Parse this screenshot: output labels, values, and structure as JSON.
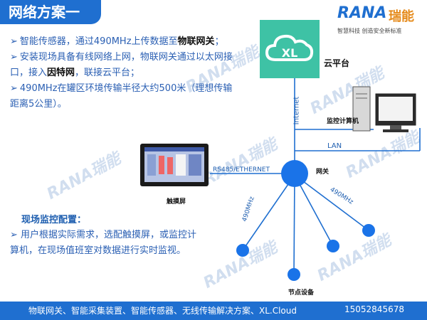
{
  "title": "网络方案一",
  "logo": {
    "wordmark": "RANA",
    "cn_name": "瑞能",
    "slogan": "智慧科技  创造安全新标准"
  },
  "bullets": [
    {
      "prefix": "智能传感器，通过490MHz上传数据至",
      "bold": "物联网关",
      "suffix": "；"
    },
    {
      "prefix": "安装现场具备有线网络上网，物联网关通过以太网接口，接入",
      "bold": "因特网",
      "suffix": "，联接云平台；"
    },
    {
      "prefix": "490MHz在罐区环境传输半径大约500米（理想传输距离5公里）。",
      "bold": "",
      "suffix": ""
    }
  ],
  "monitor": {
    "heading": "现场监控配置：",
    "text": "用户根据实际需求，选配触摸屏，或监控计算机，在现场值班室对数据进行实时监视。"
  },
  "diagram": {
    "cloud_label": "云平台",
    "cloud_icon_text": "XL",
    "pc_label": "监控计算机",
    "touch_label": "触摸屏",
    "gateway_label": "网关",
    "node_label": "节点设备",
    "internet_label": "Internet",
    "lan_label": "LAN",
    "rs485_label": "RS485/ETHERNET",
    "freq_label_1": "490MHz",
    "freq_label_2": "490MHz"
  },
  "footer": {
    "text": "物联网关、智能采集装置、智能传感器、无线传输解决方案、XL.Cloud",
    "phone": "15052845678"
  },
  "colors": {
    "primary": "#1f6fd0",
    "node": "#1a73e8",
    "cloud": "#3ec2a5",
    "accent": "#e58a1a"
  }
}
